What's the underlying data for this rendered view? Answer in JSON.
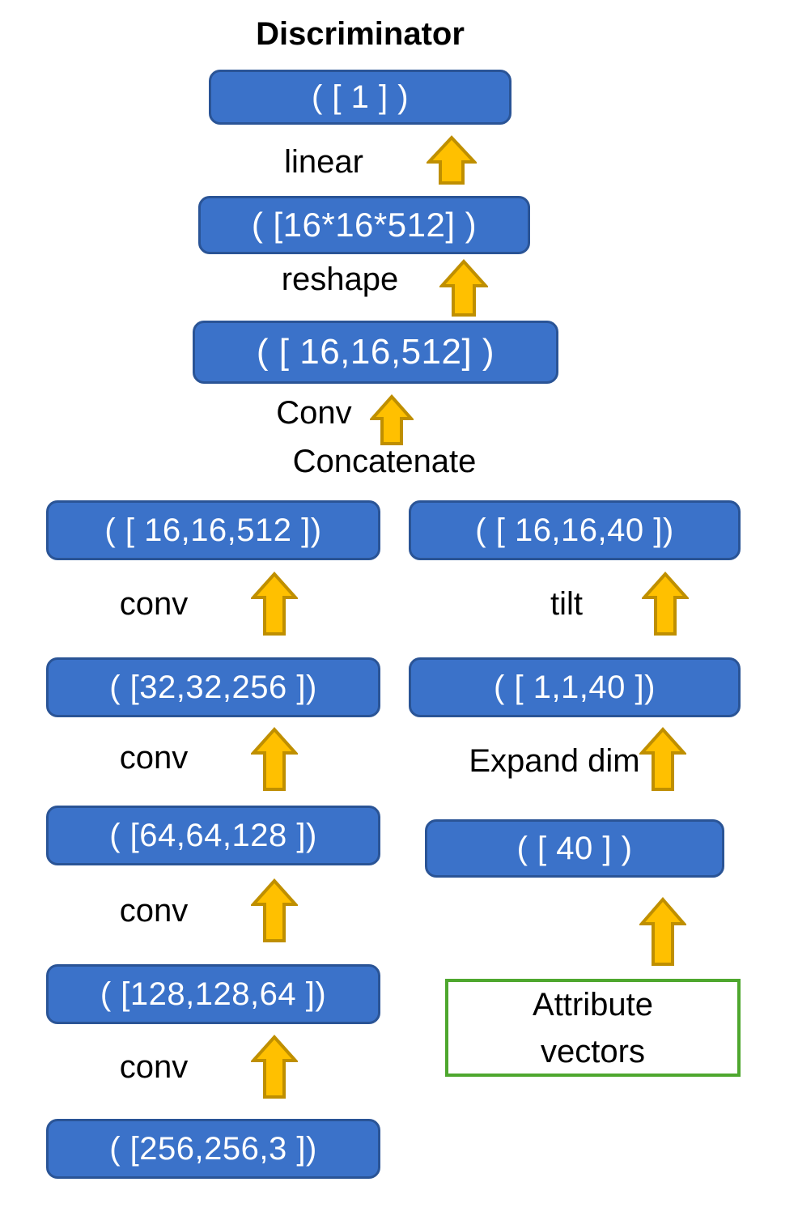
{
  "title": "Discriminator",
  "colors": {
    "box_fill": "#3B72C9",
    "box_border": "#2A5496",
    "box_text": "#FFFFFF",
    "arrow_fill": "#FFC000",
    "arrow_border": "#BF8F00",
    "input_box_border": "#4EA72E",
    "label_text": "#000000",
    "background": "#FFFFFF"
  },
  "boxes": {
    "output": "( [ 1 ] )",
    "flat_features": "( [16*16*512] )",
    "conv_features": "( [ 16,16,512] )",
    "image_branch_16": "( [ 16,16,512 ])",
    "image_branch_32": "( [32,32,256 ])",
    "image_branch_64": "( [64,64,128 ])",
    "image_branch_128": "( [128,128,64 ])",
    "image_input": "( [256,256,3 ])",
    "attr_branch_tiled": "( [ 16,16,40 ])",
    "attr_branch_expanded": "( [ 1,1,40 ])",
    "attr_branch_vector": "( [ 40 ] )"
  },
  "input_box": {
    "line1": "Attribute",
    "line2": "vectors"
  },
  "operations": {
    "linear": "linear",
    "reshape": "reshape",
    "conv_top": "Conv",
    "concatenate": "Concatenate",
    "conv_16": "conv",
    "conv_32": "conv",
    "conv_64": "conv",
    "conv_128": "conv",
    "tilt": "tilt",
    "expand_dim": "Expand dim"
  },
  "icons": {
    "arrow": "arrow-up-icon"
  }
}
